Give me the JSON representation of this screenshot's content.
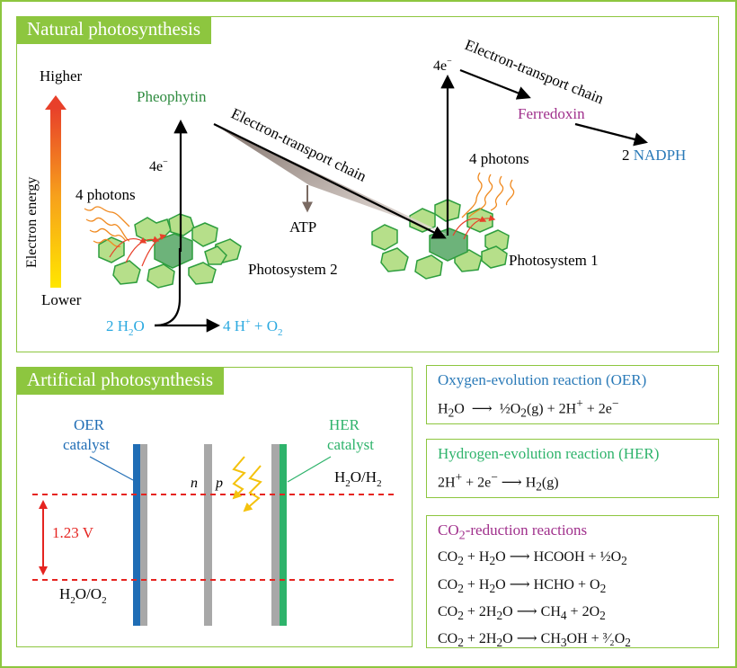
{
  "natural": {
    "tab": "Natural photosynthesis",
    "energy_axis": {
      "top": "Higher",
      "bottom": "Lower",
      "label": "Electron energy"
    },
    "pheophytin": "Pheophytin",
    "four_e_left": "4e",
    "four_e_right": "4e",
    "etc_left": "Electron-transport chain",
    "etc_right": "Electron-transport chain",
    "atp": "ATP",
    "photons_left": "4 photons",
    "photons_right": "4 photons",
    "ps2": "Photosystem 2",
    "ps1": "Photosystem 1",
    "ferredoxin": "Ferredoxin",
    "nadph_coeff": "2",
    "nadph": "NADPH",
    "water_in": "2 H",
    "water_in_sub": "2",
    "water_in_tail": "O",
    "products": "4 H",
    "products_mid": " + O",
    "products_sub": "2",
    "sup_minus": "−",
    "sup_plus": "+"
  },
  "artificial": {
    "tab": "Artificial photosynthesis",
    "oer_catalyst_1": "OER",
    "oer_catalyst_2": "catalyst",
    "her_catalyst_1": "HER",
    "her_catalyst_2": "catalyst",
    "n_label": "n",
    "p_label": "p",
    "h2o_h2": "H",
    "h2o_o2": "H",
    "voltage": "1.23 V"
  },
  "oer": {
    "title": "Oxygen-evolution reaction (OER)"
  },
  "her": {
    "title": "Hydrogen-evolution reaction (HER)"
  },
  "co2": {
    "title_a": "CO",
    "title_sub": "2",
    "title_b": "-reduction reactions"
  },
  "colors": {
    "green_border": "#8dc63f",
    "pheophytin": "#2e8b3f",
    "ferredoxin": "#a0308c",
    "nadph": "#2a7ab8",
    "water": "#2aa9e0",
    "oer_bar": "#1f6db5",
    "her_bar": "#2eb36b",
    "voltage_red": "#e52420"
  }
}
